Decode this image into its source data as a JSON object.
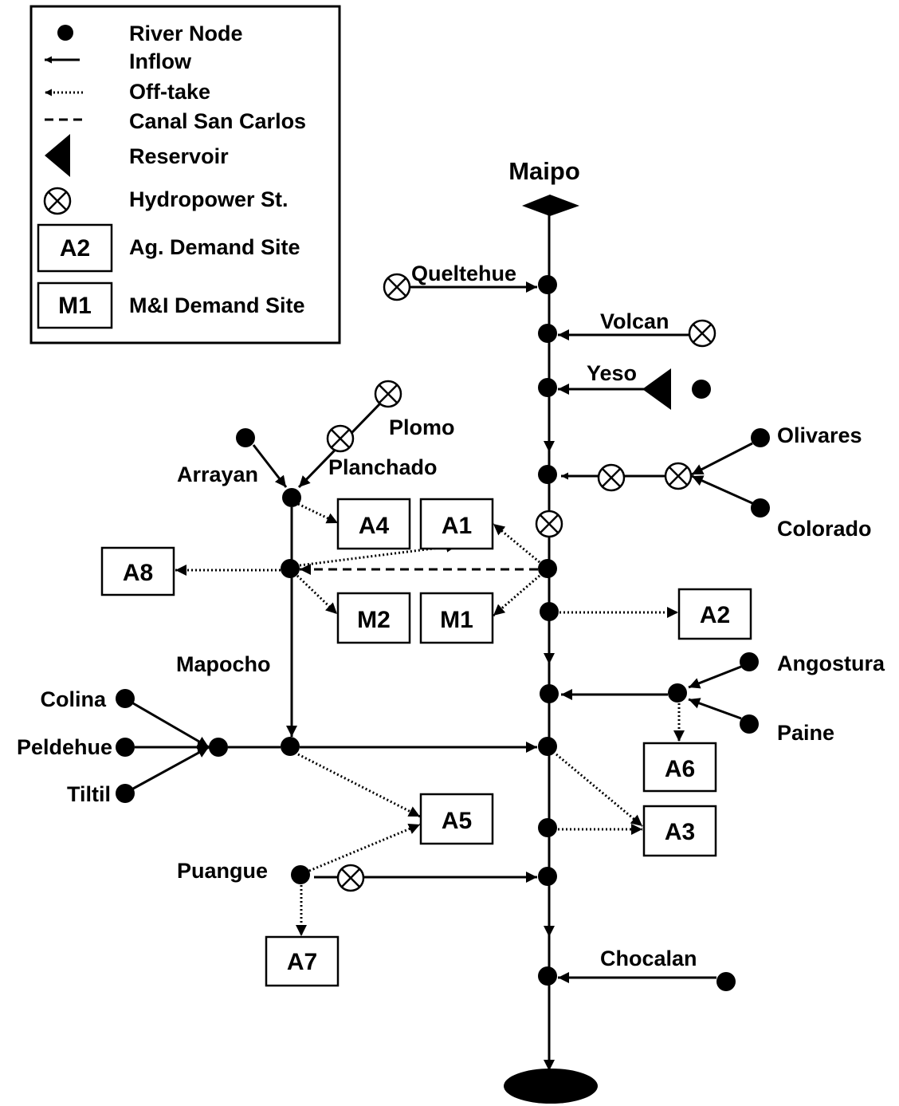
{
  "legend": {
    "river_node": "River Node",
    "inflow": "Inflow",
    "offtake": "Off-take",
    "canal": "Canal San Carlos",
    "reservoir": "Reservoir",
    "hydropower": "Hydropower St.",
    "ag_box": "A2",
    "ag_demand": "Ag. Demand Site",
    "mi_box": "M1",
    "mi_demand": "M&I Demand Site"
  },
  "title": "Maipo",
  "rivers": {
    "queltehue": "Queltehue",
    "volcan": "Volcan",
    "yeso": "Yeso",
    "plomo": "Plomo",
    "planchado": "Planchado",
    "arrayan": "Arrayan",
    "olivares": "Olivares",
    "colorado": "Colorado",
    "mapocho": "Mapocho",
    "angostura": "Angostura",
    "paine": "Paine",
    "colina": "Colina",
    "peldehue": "Peldehue",
    "tiltil": "Tiltil",
    "puangue": "Puangue",
    "chocalan": "Chocalan"
  },
  "demand_sites": {
    "A1": "A1",
    "A2": "A2",
    "A3": "A3",
    "A4": "A4",
    "A5": "A5",
    "A6": "A6",
    "A7": "A7",
    "A8": "A8",
    "M1": "M1",
    "M2": "M2"
  }
}
